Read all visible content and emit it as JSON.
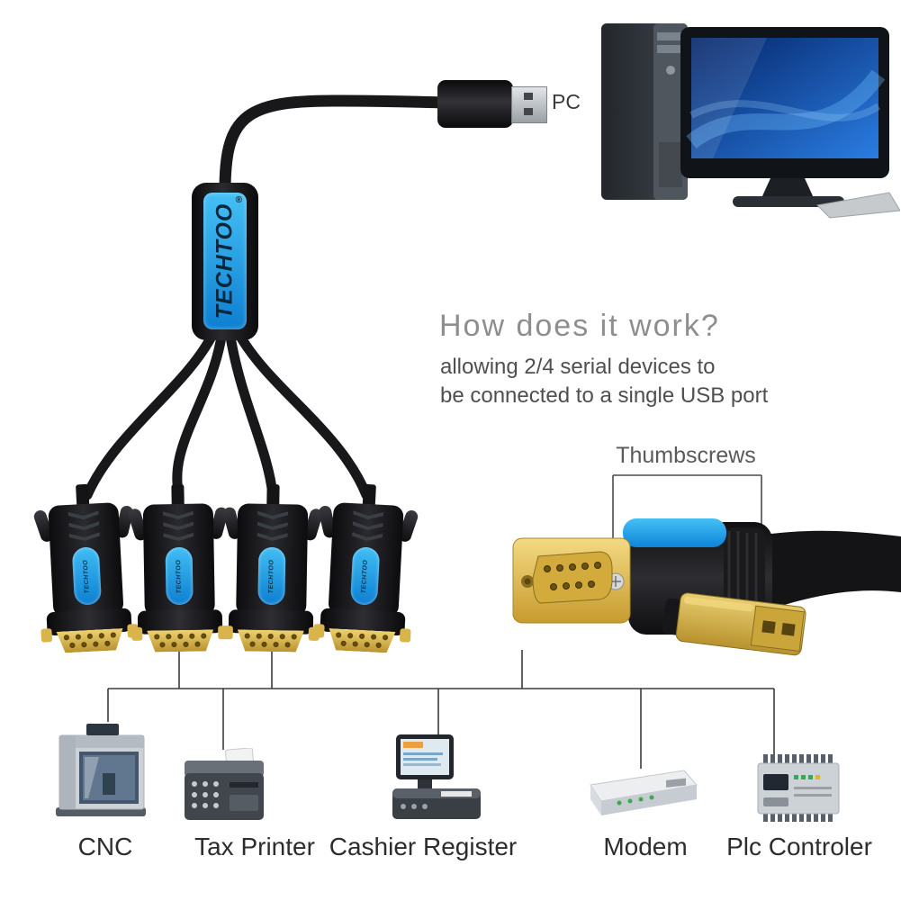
{
  "labels": {
    "pc": "PC",
    "how_title": "How does it work?",
    "how_line1": "allowing 2/4 serial devices to",
    "how_line2": "be connected to a single USB port",
    "thumbscrews": "Thumbscrews"
  },
  "brand": {
    "name": "TECHTOO",
    "registered": "®"
  },
  "devices": [
    {
      "label": "CNC",
      "icon": "cnc-machine-icon"
    },
    {
      "label": "Tax Printer",
      "icon": "tax-printer-icon"
    },
    {
      "label": "Cashier Register",
      "icon": "cashier-register-icon"
    },
    {
      "label": "Modem",
      "icon": "modem-icon"
    },
    {
      "label": "Plc Controler",
      "icon": "plc-controller-icon"
    }
  ],
  "colors": {
    "brand_blue": "#1b8bd6",
    "gold": "#d2a93c",
    "cable_black": "#161618",
    "title_gray": "#8e8e8e",
    "subtitle_gray": "#4f4f4f",
    "label_dark": "#2d2d2d"
  }
}
